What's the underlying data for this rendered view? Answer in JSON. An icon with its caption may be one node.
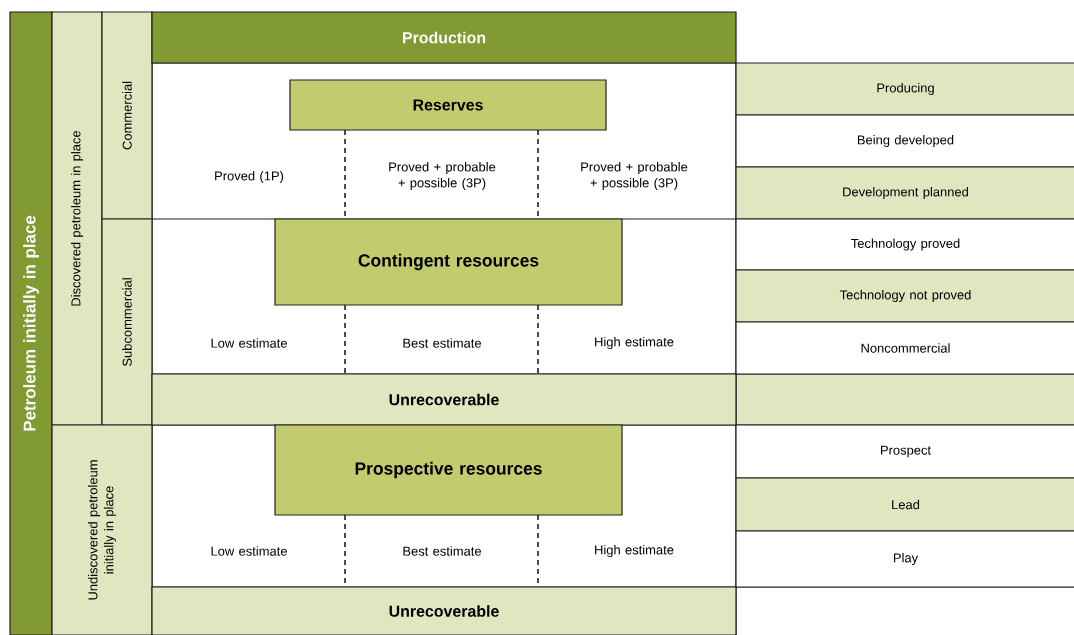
{
  "diagram": {
    "nodes": [
      {
        "text": [
          "Petroleum initially in place"
        ]
      },
      {
        "text": [
          "Discovered petroleum in place"
        ]
      },
      {
        "text": [
          "Commercial"
        ]
      },
      {
        "text": [
          "Subcommercial"
        ]
      },
      {
        "text": [
          "Undiscovered petroleum initially in place"
        ]
      },
      {
        "text": [
          "Production"
        ]
      },
      {
        "text": [
          "Reserves"
        ]
      },
      {
        "text": [
          "Contingent resources"
        ]
      },
      {
        "text": [
          "Unrecoverable"
        ]
      },
      {
        "text": [
          "Prospective resources"
        ]
      },
      {
        "text": [
          "Unrecoverable"
        ]
      },
      {
        "text": [
          "Producing"
        ]
      },
      {
        "text": [
          "Being developed"
        ]
      },
      {
        "text": [
          "Development planned"
        ]
      },
      {
        "text": [
          "Technology proved"
        ]
      },
      {
        "text": [
          "Technology not proved"
        ]
      },
      {
        "text": [
          "Noncommercial"
        ]
      },
      {
        "text": [
          "Prospect"
        ]
      },
      {
        "text": [
          "Lead"
        ]
      },
      {
        "text": [
          "Play"
        ]
      }
    ],
    "labels": [
      "Proved (1P)",
      "Proved + probable + possible (3P)",
      "Proved + probable + possible (3P)",
      "Low estimate",
      "Best estimate",
      "High estimate",
      "Low estimate",
      "Best estimate",
      "High estimate"
    ]
  }
}
